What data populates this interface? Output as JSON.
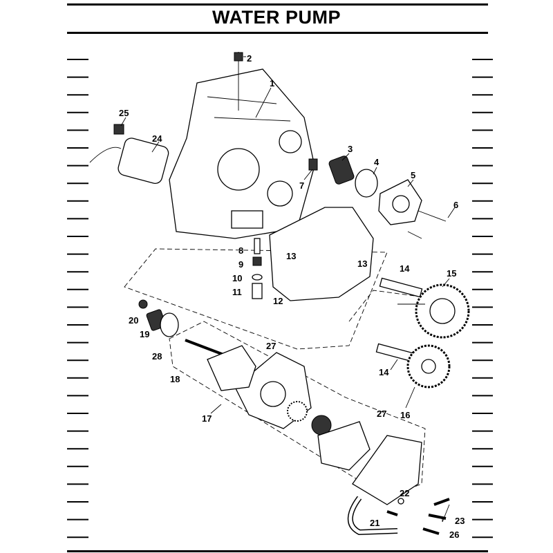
{
  "page": {
    "title": "WATER PUMP"
  },
  "callouts": [
    "1",
    "2",
    "3",
    "4",
    "5",
    "6",
    "7",
    "8",
    "9",
    "10",
    "11",
    "12",
    "13",
    "13",
    "14",
    "15",
    "14",
    "16",
    "17",
    "18",
    "19",
    "20",
    "21",
    "22",
    "23",
    "24",
    "25",
    "26",
    "27",
    "27",
    "28"
  ]
}
